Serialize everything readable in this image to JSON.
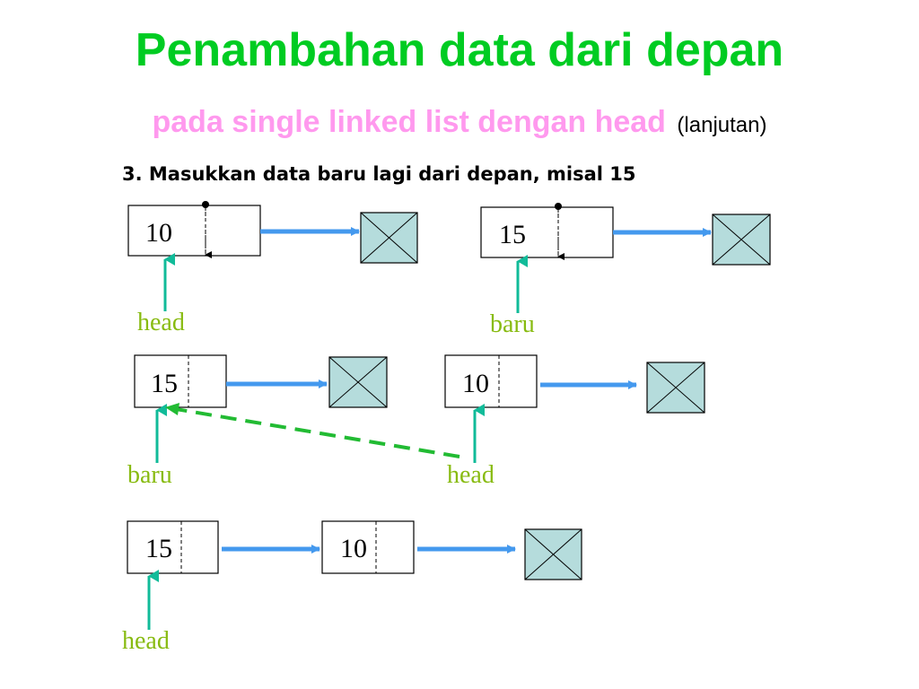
{
  "title": "Penambahan data dari depan",
  "subtitle": "pada single linked list dengan head",
  "subtitle_note": "(lanjutan)",
  "step": "3. Masukkan data baru lagi dari depan, misal 15",
  "colors": {
    "title": "#00cc22",
    "subtitle": "#ff99ee",
    "label": "#88bb11",
    "arrow_blue": "#4499ee",
    "pointer_teal": "#11bb99",
    "dashed_green": "#22bb33",
    "null_fill": "#b5dcdc"
  },
  "stage1": {
    "node_a_value": "10",
    "node_a_label": "head",
    "node_b_value": "15",
    "node_b_label": "baru"
  },
  "stage2": {
    "node_a_value": "15",
    "node_a_label": "baru",
    "node_b_value": "10",
    "node_b_label": "head"
  },
  "stage3": {
    "node_a_value": "15",
    "node_b_value": "10",
    "head_label": "head"
  }
}
